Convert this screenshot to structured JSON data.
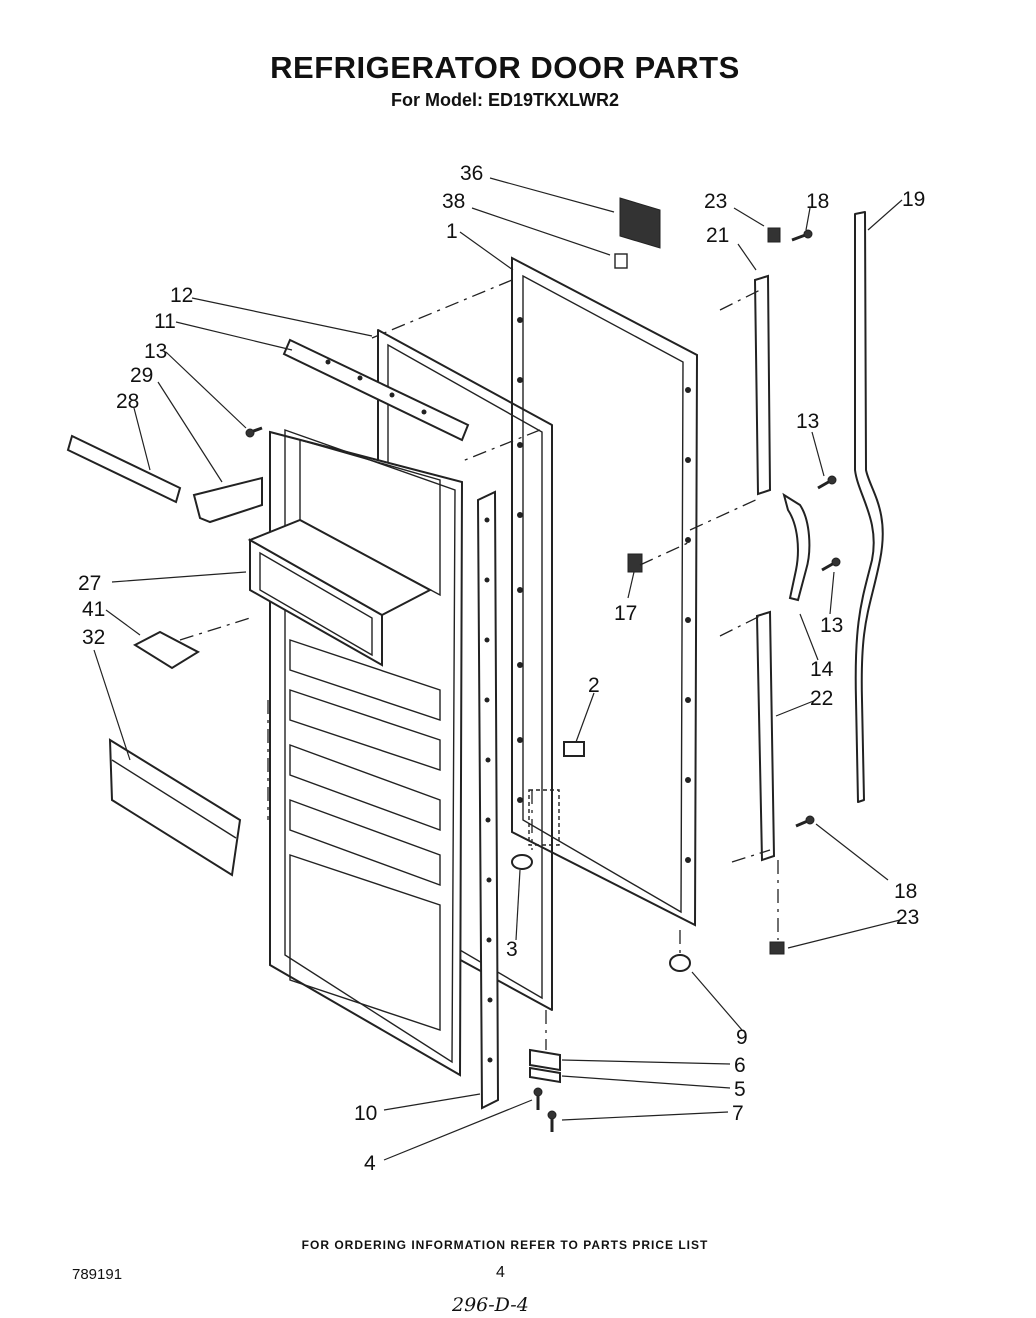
{
  "header": {
    "title": "REFRIGERATOR DOOR PARTS",
    "subtitle": "For Model: ED19TKXLWR2"
  },
  "callouts": {
    "c36": "36",
    "c38": "38",
    "c1": "1",
    "c23a": "23",
    "c18a": "18",
    "c19": "19",
    "c21": "21",
    "c12": "12",
    "c11": "11",
    "c13a": "13",
    "c29": "29",
    "c28": "28",
    "c13b": "13",
    "c27": "27",
    "c41": "41",
    "c32": "32",
    "c17": "17",
    "c13c": "13",
    "c14": "14",
    "c2": "2",
    "c22": "22",
    "c3": "3",
    "c18b": "18",
    "c23b": "23",
    "c9": "9",
    "c6": "6",
    "c5": "5",
    "c10": "10",
    "c7": "7",
    "c4": "4"
  },
  "footer": {
    "ordering_note": "FOR ORDERING INFORMATION REFER TO PARTS PRICE LIST",
    "doc_number": "789191",
    "page_number": "4",
    "handwritten_note": "296-D-4"
  }
}
